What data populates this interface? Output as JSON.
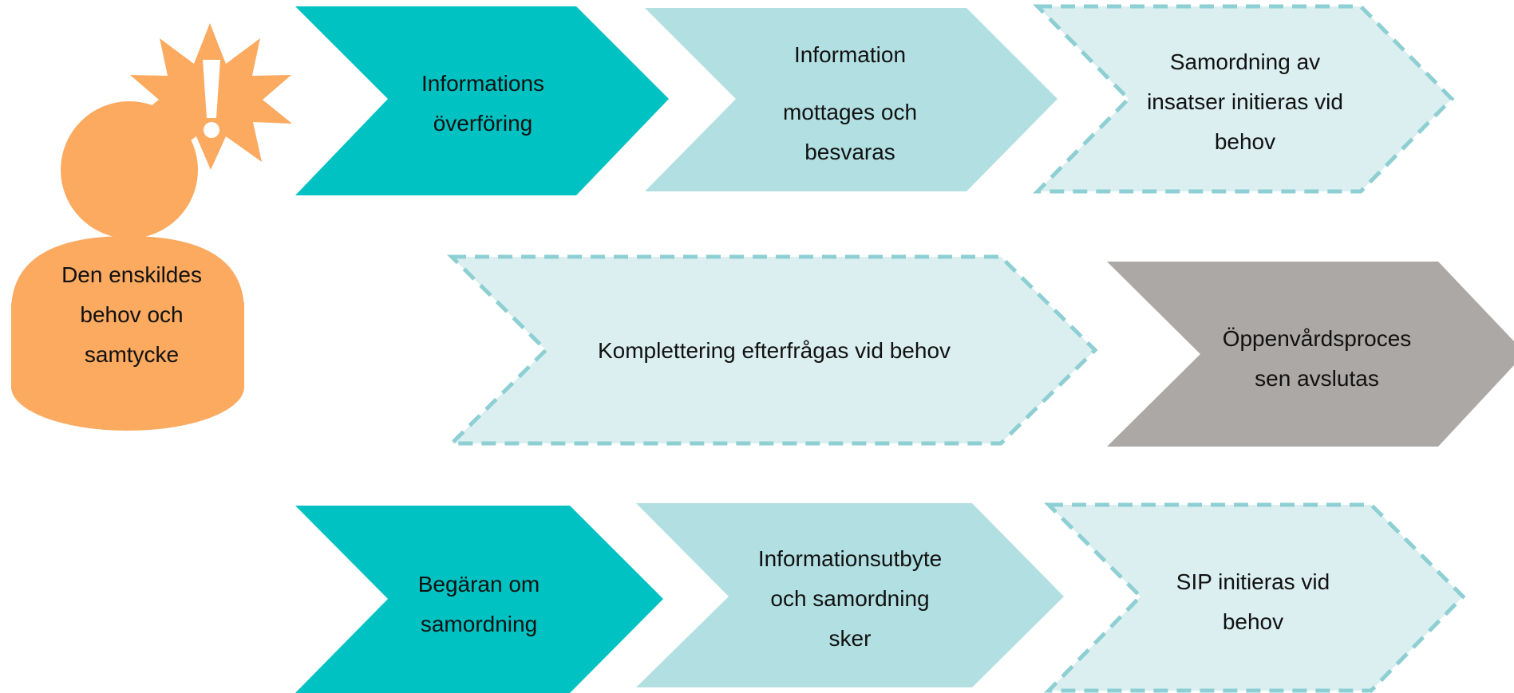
{
  "colors": {
    "teal": "#00c2c2",
    "light_teal": "#b2e0e2",
    "pale_teal": "#dbeff0",
    "dash_border": "#8ecfd3",
    "grey": "#aba8a6",
    "person_orange": "#fbaa60"
  },
  "person": {
    "icon": "person-with-exclamation-burst-icon",
    "label_lines": [
      "Den enskildes",
      "behov och",
      "samtycke"
    ]
  },
  "row1": [
    {
      "lines": [
        "Informations",
        "överföring"
      ]
    },
    {
      "lines": [
        "Information",
        "mottages och",
        "besvaras"
      ]
    },
    {
      "lines": [
        "Samordning av",
        "insatser initieras vid",
        "behov"
      ]
    }
  ],
  "row2": [
    {
      "lines": [
        "Komplettering efterfrågas vid behov"
      ]
    },
    {
      "lines": [
        "Öppenvårdsproces",
        "sen avslutas"
      ]
    }
  ],
  "row3": [
    {
      "lines": [
        "Begäran om",
        "samordning"
      ]
    },
    {
      "lines": [
        "Informationsutbyte",
        "och samordning",
        "sker"
      ]
    },
    {
      "lines": [
        "SIP initieras vid",
        "behov"
      ]
    }
  ]
}
